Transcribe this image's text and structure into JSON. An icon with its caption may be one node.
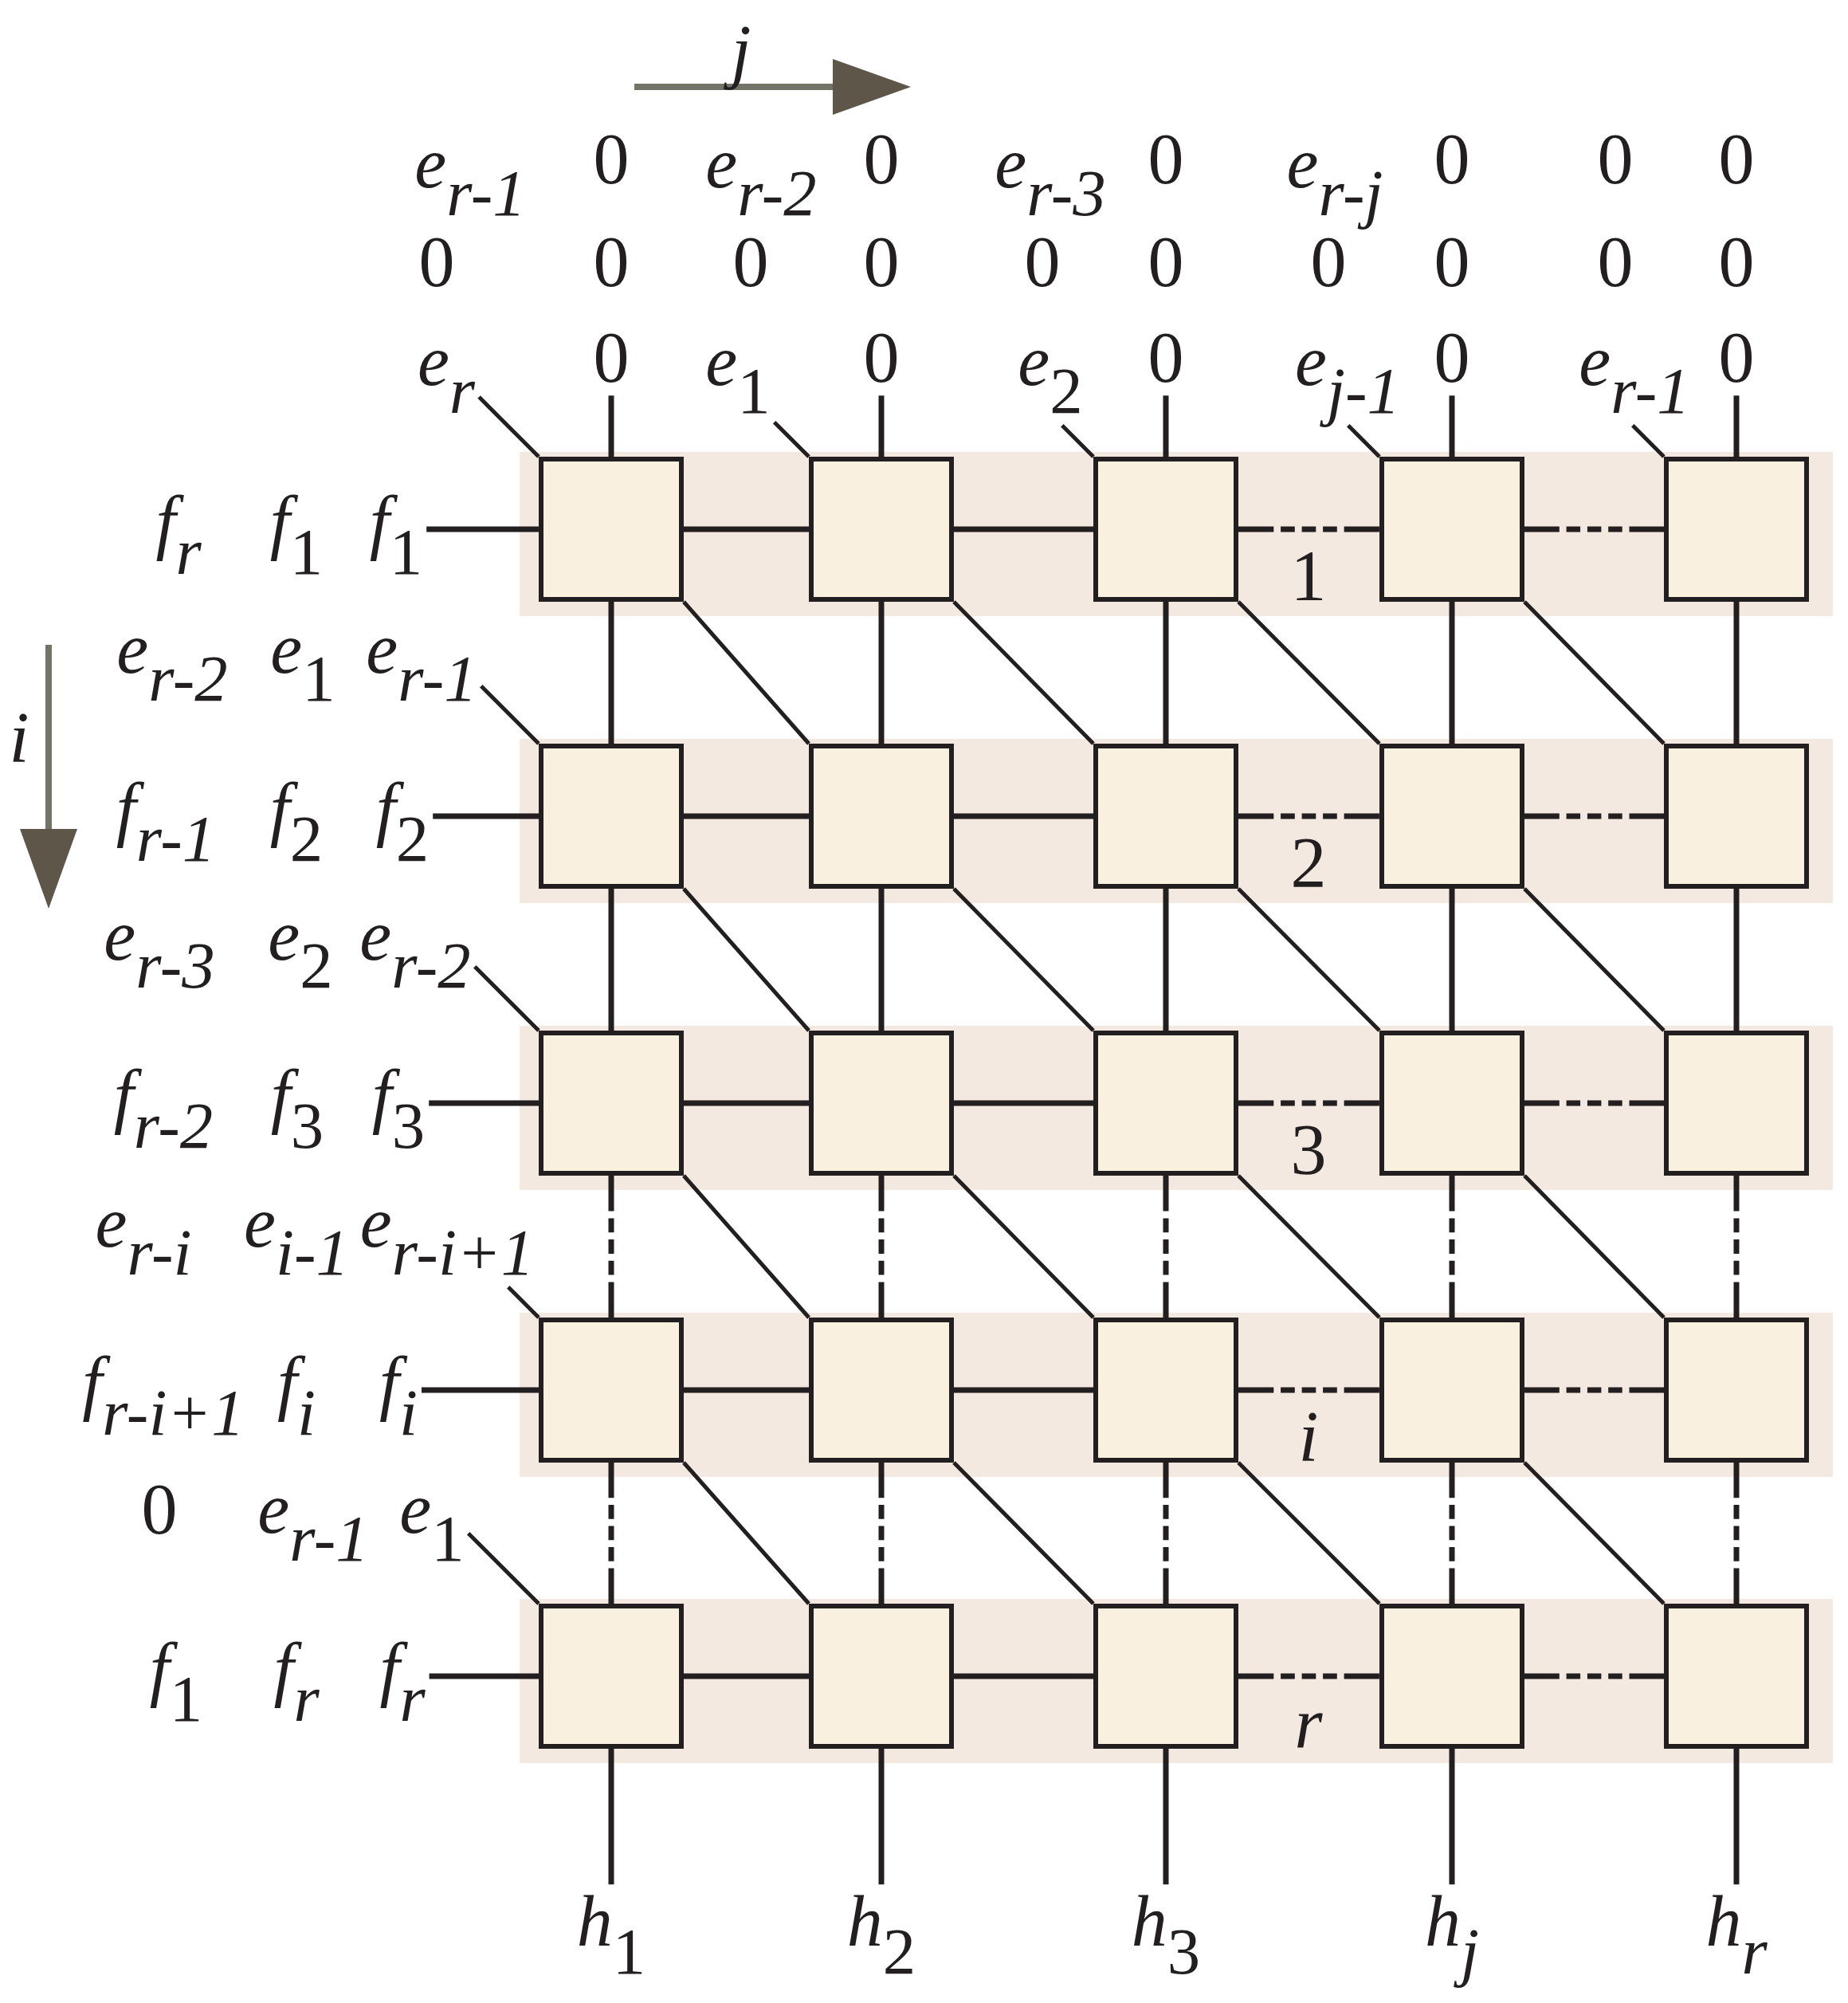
{
  "diagram": {
    "nodes": [
      {
        "text": [
          "e$_{r}$"
        ]
      },
      {
        "text": [
          "0"
        ]
      },
      {
        "text": [
          "*e*$_{1}$"
        ]
      },
      {
        "text": [
          "0"
        ]
      },
      {
        "text": [
          "*e*$_{2}$"
        ]
      },
      {
        "text": [
          "0"
        ]
      },
      {
        "text": [
          "e$_{j-1}$"
        ]
      },
      {
        "text": [
          "0"
        ]
      },
      {
        "text": [
          "e$_{r-1}$"
        ]
      },
      {
        "text": [
          "0"
        ]
      },
      {
        "text": [
          "*f*$_{1}$"
        ]
      },
      {
        "text": [
          "1"
        ]
      },
      {
        "text": [],
        "shape": "box",
        "in": 11
      },
      {
        "text": [],
        "shape": "box",
        "in": 11
      },
      {
        "text": [],
        "shape": "box",
        "in": 11
      },
      {
        "text": [],
        "shape": "box",
        "in": 11
      },
      {
        "text": [],
        "shape": "box",
        "in": 11
      },
      {
        "text": [
          "e$_{r-1}$"
        ]
      },
      {
        "text": [
          "*f*$_{2}$"
        ]
      },
      {
        "text": [
          "2"
        ]
      },
      {
        "text": [],
        "shape": "box",
        "in": 19
      },
      {
        "text": [],
        "shape": "box",
        "in": 19
      },
      {
        "text": [],
        "shape": "box",
        "in": 19
      },
      {
        "text": [],
        "shape": "box",
        "in": 19
      },
      {
        "text": [],
        "shape": "box",
        "in": 19
      },
      {
        "text": [
          "e$_{r-2}$"
        ]
      },
      {
        "text": [
          "*f*$_{3}$"
        ]
      },
      {
        "text": [
          "3"
        ]
      },
      {
        "text": [],
        "shape": "box",
        "in": 27
      },
      {
        "text": [],
        "shape": "box",
        "in": 27
      },
      {
        "text": [],
        "shape": "box",
        "in": 27
      },
      {
        "text": [],
        "shape": "box",
        "in": 27
      },
      {
        "text": [],
        "shape": "box",
        "in": 27
      },
      {
        "text": [
          "e$_{r-i+1}$"
        ]
      },
      {
        "text": [
          "f$_{i}$"
        ]
      },
      {
        "text": [
          "i"
        ]
      },
      {
        "text": [],
        "shape": "box",
        "in": 35
      },
      {
        "text": [],
        "shape": "box",
        "in": 35
      },
      {
        "text": [],
        "shape": "box",
        "in": 35
      },
      {
        "text": [],
        "shape": "box",
        "in": 35
      },
      {
        "text": [],
        "shape": "box",
        "in": 35
      },
      {
        "text": [
          "*e*$_{1}$"
        ]
      },
      {
        "text": [
          "f$_{r}$"
        ]
      },
      {
        "text": [
          "r"
        ]
      },
      {
        "text": [],
        "shape": "box",
        "in": 43
      },
      {
        "text": [],
        "shape": "box",
        "in": 43
      },
      {
        "text": [],
        "shape": "box",
        "in": 43
      },
      {
        "text": [],
        "shape": "box",
        "in": 43
      },
      {
        "text": [],
        "shape": "box",
        "in": 43
      },
      {
        "text": [
          "*h*$_{1}$"
        ]
      },
      {
        "text": [
          "*h*$_{2}$"
        ]
      },
      {
        "text": [
          "*h*$_{3}$"
        ]
      },
      {
        "text": [
          "h$_{j}$"
        ]
      },
      {
        "text": [
          "h$_{r}$"
        ]
      }
    ],
    "edges": [
      {
        "from": 0,
        "to": 12,
        "arrow": "none"
      },
      {
        "from": 1,
        "to": 12,
        "arrow": "none"
      },
      {
        "from": 2,
        "to": 13,
        "arrow": "none"
      },
      {
        "from": 3,
        "to": 13,
        "arrow": "none"
      },
      {
        "from": 4,
        "to": 14,
        "arrow": "none"
      },
      {
        "from": 5,
        "to": 14,
        "arrow": "none"
      },
      {
        "from": 6,
        "to": 15,
        "arrow": "none"
      },
      {
        "from": 7,
        "to": 15,
        "arrow": "none"
      },
      {
        "from": 8,
        "to": 16,
        "arrow": "none"
      },
      {
        "from": 9,
        "to": 16,
        "arrow": "none"
      },
      {
        "from": 10,
        "to": 12,
        "arrow": "none"
      },
      {
        "from": 12,
        "to": 13,
        "arrow": "none"
      },
      {
        "from": 13,
        "to": 14,
        "arrow": "none"
      },
      {
        "from": 14,
        "to": 15,
        "arrow": "none",
        "style": "dashed"
      },
      {
        "from": 15,
        "to": 16,
        "arrow": "none",
        "style": "dashed"
      },
      {
        "from": 12,
        "to": 20,
        "arrow": "none"
      },
      {
        "from": 13,
        "to": 21,
        "arrow": "none"
      },
      {
        "from": 14,
        "to": 22,
        "arrow": "none"
      },
      {
        "from": 15,
        "to": 23,
        "arrow": "none"
      },
      {
        "from": 16,
        "to": 24,
        "arrow": "none"
      },
      {
        "from": 12,
        "to": 21,
        "arrow": "none"
      },
      {
        "from": 13,
        "to": 22,
        "arrow": "none"
      },
      {
        "from": 14,
        "to": 23,
        "arrow": "none"
      },
      {
        "from": 15,
        "to": 24,
        "arrow": "none"
      },
      {
        "from": 17,
        "to": 20,
        "arrow": "none"
      },
      {
        "from": 18,
        "to": 20,
        "arrow": "none"
      },
      {
        "from": 20,
        "to": 21,
        "arrow": "none"
      },
      {
        "from": 21,
        "to": 22,
        "arrow": "none"
      },
      {
        "from": 22,
        "to": 23,
        "arrow": "none",
        "style": "dashed"
      },
      {
        "from": 23,
        "to": 24,
        "arrow": "none",
        "style": "dashed"
      },
      {
        "from": 20,
        "to": 28,
        "arrow": "none"
      },
      {
        "from": 21,
        "to": 29,
        "arrow": "none"
      },
      {
        "from": 22,
        "to": 30,
        "arrow": "none"
      },
      {
        "from": 23,
        "to": 31,
        "arrow": "none"
      },
      {
        "from": 24,
        "to": 32,
        "arrow": "none"
      },
      {
        "from": 20,
        "to": 29,
        "arrow": "none"
      },
      {
        "from": 21,
        "to": 30,
        "arrow": "none"
      },
      {
        "from": 22,
        "to": 31,
        "arrow": "none"
      },
      {
        "from": 23,
        "to": 32,
        "arrow": "none"
      },
      {
        "from": 25,
        "to": 28,
        "arrow": "none"
      },
      {
        "from": 26,
        "to": 28,
        "arrow": "none"
      },
      {
        "from": 28,
        "to": 29,
        "arrow": "none"
      },
      {
        "from": 29,
        "to": 30,
        "arrow": "none"
      },
      {
        "from": 30,
        "to": 31,
        "arrow": "none",
        "style": "dashed"
      },
      {
        "from": 31,
        "to": 32,
        "arrow": "none",
        "style": "dashed"
      },
      {
        "from": 28,
        "to": 36,
        "arrow": "none",
        "style": "dashed"
      },
      {
        "from": 29,
        "to": 37,
        "arrow": "none",
        "style": "dashed"
      },
      {
        "from": 30,
        "to": 38,
        "arrow": "none",
        "style": "dashed"
      },
      {
        "from": 31,
        "to": 39,
        "arrow": "none",
        "style": "dashed"
      },
      {
        "from": 32,
        "to": 40,
        "arrow": "none",
        "style": "dashed"
      },
      {
        "from": 28,
        "to": 37,
        "arrow": "none"
      },
      {
        "from": 29,
        "to": 38,
        "arrow": "none"
      },
      {
        "from": 30,
        "to": 39,
        "arrow": "none"
      },
      {
        "from": 31,
        "to": 40,
        "arrow": "none"
      },
      {
        "from": 33,
        "to": 36,
        "arrow": "none"
      },
      {
        "from": 34,
        "to": 36,
        "arrow": "none"
      },
      {
        "from": 36,
        "to": 37,
        "arrow": "none"
      },
      {
        "from": 37,
        "to": 38,
        "arrow": "none"
      },
      {
        "from": 38,
        "to": 39,
        "arrow": "none",
        "style": "dashed"
      },
      {
        "from": 39,
        "to": 40,
        "arrow": "none",
        "style": "dashed"
      },
      {
        "from": 36,
        "to": 44,
        "arrow": "none",
        "style": "dashed"
      },
      {
        "from": 37,
        "to": 45,
        "arrow": "none",
        "style": "dashed"
      },
      {
        "from": 38,
        "to": 46,
        "arrow": "none",
        "style": "dashed"
      },
      {
        "from": 39,
        "to": 47,
        "arrow": "none",
        "style": "dashed"
      },
      {
        "from": 40,
        "to": 48,
        "arrow": "none",
        "style": "dashed"
      },
      {
        "from": 36,
        "to": 45,
        "arrow": "none"
      },
      {
        "from": 37,
        "to": 46,
        "arrow": "none"
      },
      {
        "from": 38,
        "to": 47,
        "arrow": "none"
      },
      {
        "from": 39,
        "to": 48,
        "arrow": "none"
      },
      {
        "from": 41,
        "to": 44,
        "arrow": "none"
      },
      {
        "from": 42,
        "to": 44,
        "arrow": "none"
      },
      {
        "from": 44,
        "to": 45,
        "arrow": "none"
      },
      {
        "from": 45,
        "to": 46,
        "arrow": "none"
      },
      {
        "from": 46,
        "to": 47,
        "arrow": "none",
        "style": "dashed"
      },
      {
        "from": 47,
        "to": 48,
        "arrow": "none",
        "style": "dashed"
      },
      {
        "from": 44,
        "to": 49,
        "arrow": "none"
      },
      {
        "from": 45,
        "to": 50,
        "arrow": "none"
      },
      {
        "from": 46,
        "to": 51,
        "arrow": "none"
      },
      {
        "from": 47,
        "to": 52,
        "arrow": "none"
      },
      {
        "from": 48,
        "to": 53,
        "arrow": "none"
      }
    ],
    "labels": [
      "j",
      "e$_{r-1}$",
      "0",
      "e$_{r-2}$",
      "0",
      "e$_{r-3}$",
      "0",
      "e$_{r-j}$",
      "0",
      "0",
      "0",
      "0",
      "0",
      "0",
      "0",
      "0",
      "0",
      "0",
      "0",
      "0",
      "0",
      "f$_{r}$",
      "*f*$_{1}$",
      "e$_{r-2}$",
      "*e*$_{1}$",
      "i",
      "f$_{r-1}$",
      "*f*$_{2}$",
      "e$_{r-3}$",
      "*e*$_{2}$",
      "f$_{r-2}$",
      "*f*$_{3}$",
      "e$_{r-i}$",
      "e$_{i-1}$",
      "f$_{r-i+1}$",
      "f$_{i}$",
      "0",
      "e$_{r-1}$",
      "*f*$_{1}$",
      "f$_{r}$"
    ]
  }
}
